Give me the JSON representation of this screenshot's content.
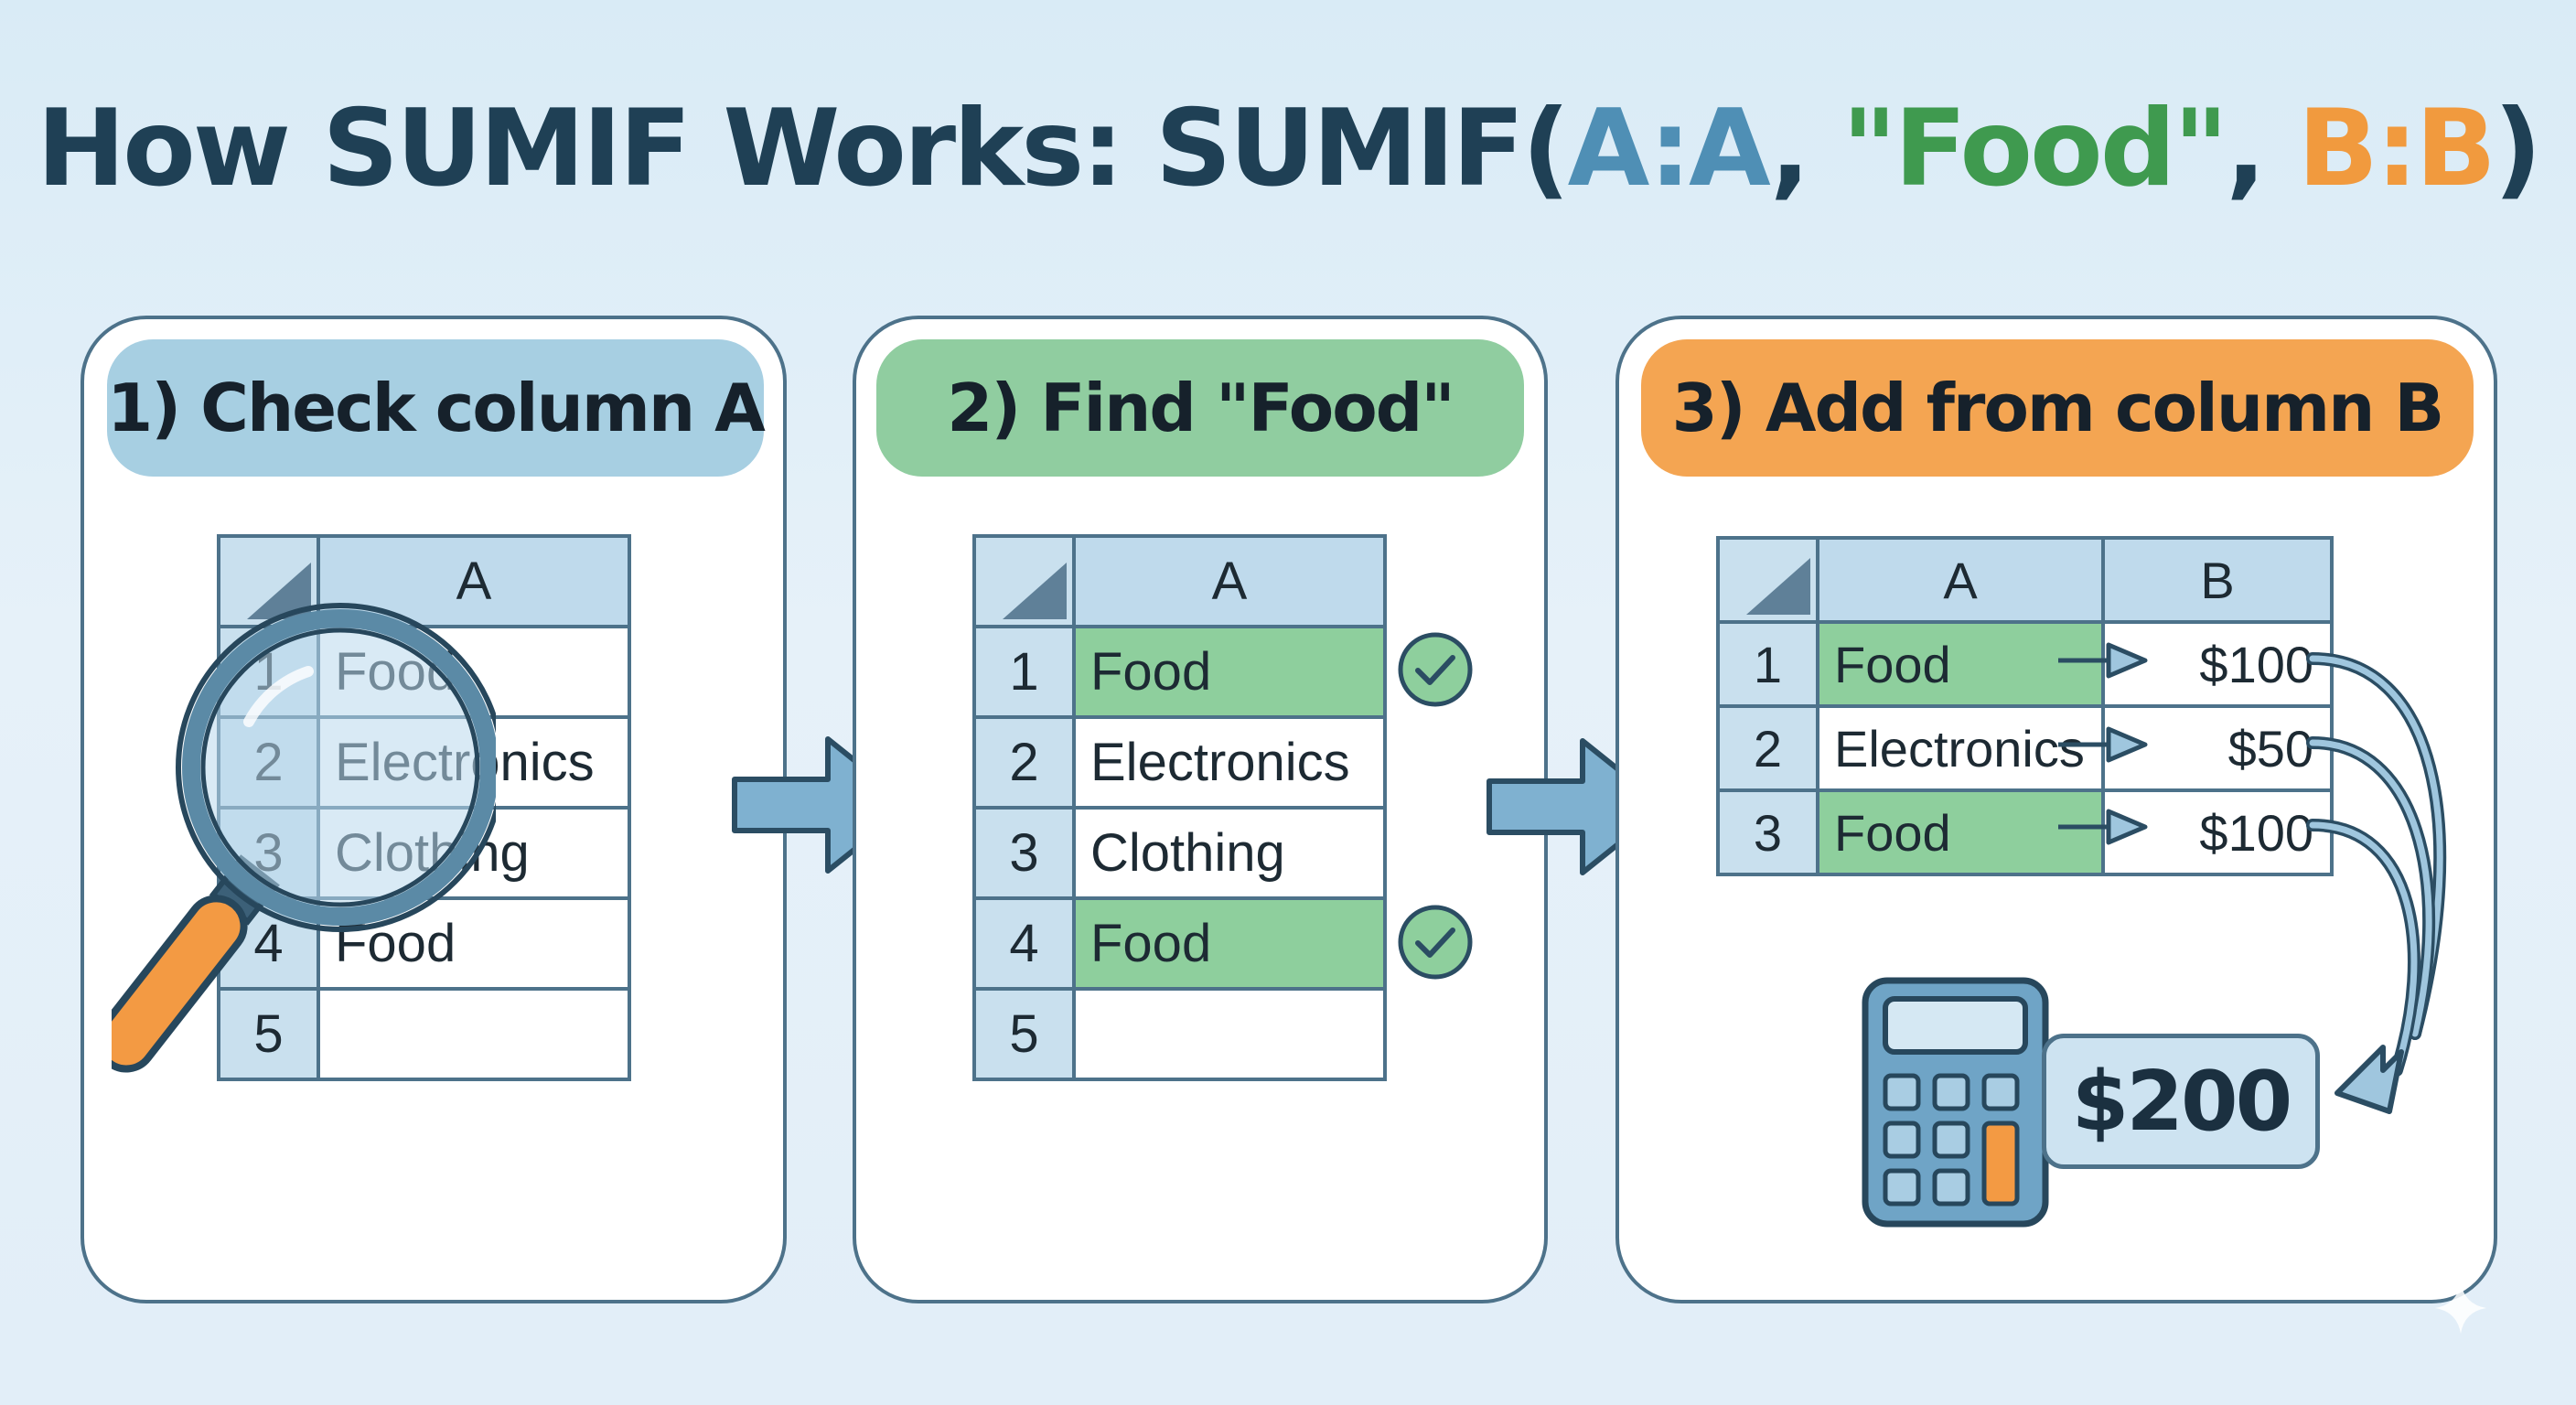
{
  "title": {
    "prefix": "How SUMIF Works: SUMIF(",
    "range_arg": "A:A",
    "sep1": ", ",
    "criteria_arg": "\"Food\"",
    "sep2": ", ",
    "sum_arg": "B:B",
    "suffix": ")"
  },
  "colors": {
    "range": "#4f8fb5",
    "criteria": "#3f9a4f",
    "sum": "#f19a3e",
    "border": "#4d728a"
  },
  "steps": [
    {
      "label": "1) Check column A",
      "table": {
        "column_header": "A",
        "rows": [
          {
            "num": "1",
            "value": "Food"
          },
          {
            "num": "2",
            "value": "Electronics"
          },
          {
            "num": "3",
            "value": "Clothing"
          },
          {
            "num": "4",
            "value": "Food"
          },
          {
            "num": "5",
            "value": ""
          }
        ]
      },
      "icon": "magnifying-glass-icon"
    },
    {
      "label": "2) Find \"Food\"",
      "table": {
        "column_header": "A",
        "rows": [
          {
            "num": "1",
            "value": "Food",
            "match": true
          },
          {
            "num": "2",
            "value": "Electronics",
            "match": false
          },
          {
            "num": "3",
            "value": "Clothing",
            "match": false
          },
          {
            "num": "4",
            "value": "Food",
            "match": true
          },
          {
            "num": "5",
            "value": "",
            "match": false
          }
        ]
      },
      "icon": "check-circle-icon"
    },
    {
      "label": "3) Add from column B",
      "table": {
        "column_headers": [
          "A",
          "B"
        ],
        "rows": [
          {
            "num": "1",
            "a": "Food",
            "b": "$100"
          },
          {
            "num": "2",
            "a": "Electronics",
            "b": "$50"
          },
          {
            "num": "3",
            "a": "Food",
            "b": "$100"
          }
        ]
      },
      "result": "$200",
      "icon": "calculator-icon"
    }
  ]
}
